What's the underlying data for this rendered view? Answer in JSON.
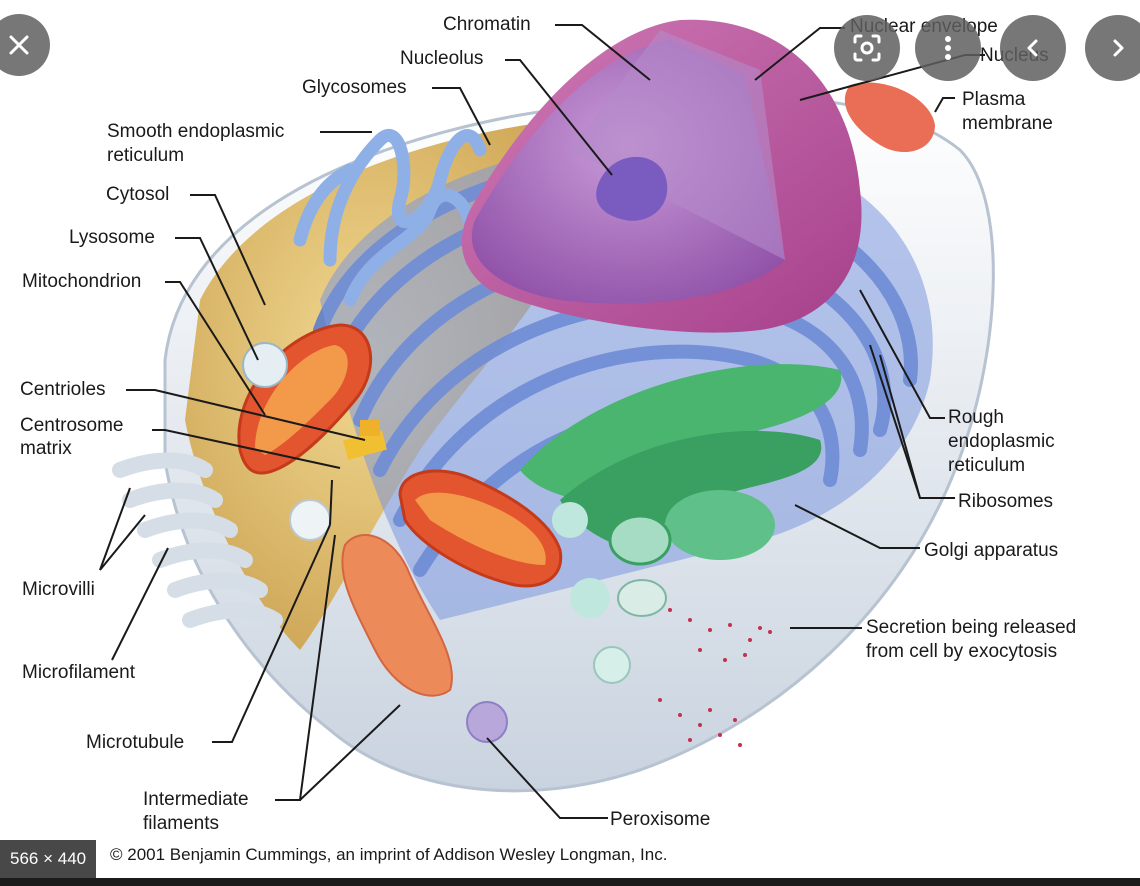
{
  "labels": {
    "chromatin": "Chromatin",
    "nucleolus": "Nucleolus",
    "glycosomes": "Glycosomes",
    "smooth_er_1": "Smooth endoplasmic",
    "smooth_er_2": "reticulum",
    "cytosol": "Cytosol",
    "lysosome": "Lysosome",
    "mitochondrion": "Mitochondrion",
    "centrioles": "Centrioles",
    "centrosome_1": "Centrosome",
    "centrosome_2": "matrix",
    "microvilli": "Microvilli",
    "microfilament": "Microfilament",
    "microtubule": "Microtubule",
    "intermediate_1": "Intermediate",
    "intermediate_2": "filaments",
    "nuclear_envelope": "Nuclear envelope",
    "nucleus": "Nucleus",
    "plasma_1": "Plasma",
    "plasma_2": "membrane",
    "rough_er_1": "Rough",
    "rough_er_2": "endoplasmic",
    "rough_er_3": "reticulum",
    "ribosomes": "Ribosomes",
    "golgi": "Golgi apparatus",
    "secretion_1": "Secretion being released",
    "secretion_2": "from cell by exocytosis",
    "peroxisome": "Peroxisome",
    "copyright": "© 2001 Benjamin Cummings, an imprint of Addison Wesley Longman, Inc."
  },
  "viewer": {
    "dimensions": "566 × 440",
    "close_icon": "close-icon",
    "lens_icon": "lens-icon",
    "menu_icon": "more-vert-icon",
    "prev_icon": "chevron-left-icon",
    "next_icon": "chevron-right-icon"
  },
  "colors": {
    "nucleus": "#a260b5",
    "rough_er": "#6f8fd3",
    "golgi": "#3fae6a",
    "mitochondria": "#e2552f",
    "cytosol": "#d9b45e",
    "membrane": "#e7ecf2"
  }
}
